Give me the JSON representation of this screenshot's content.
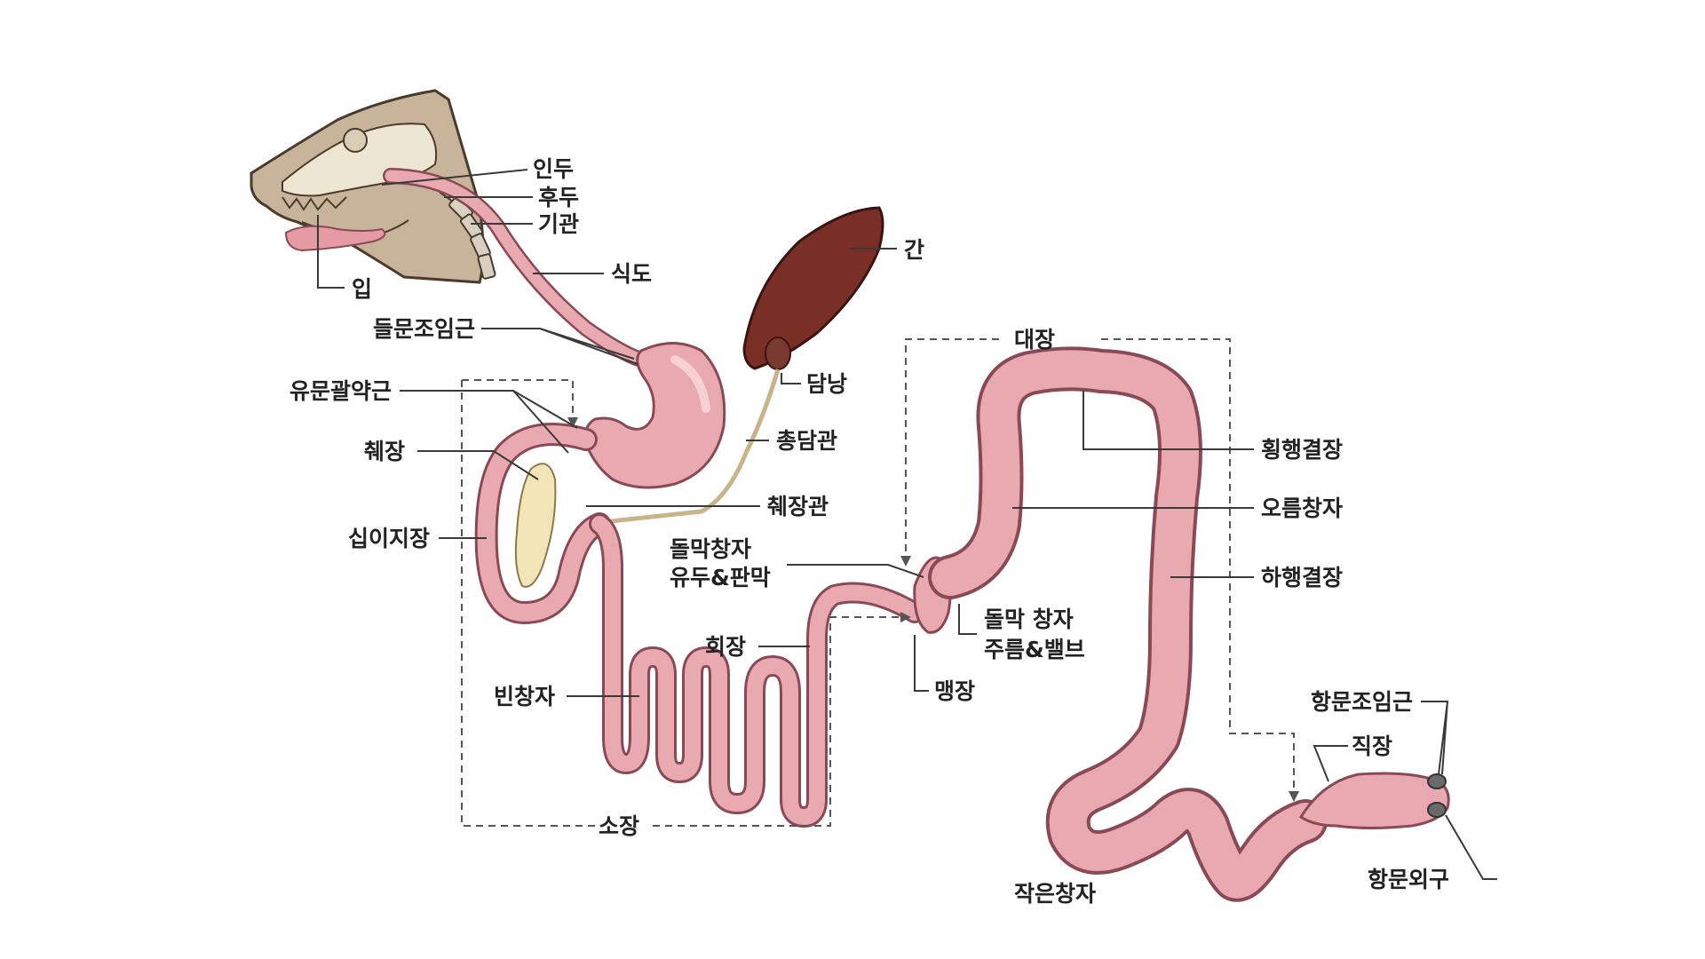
{
  "labels": {
    "pharynx": "인두",
    "larynx": "후두",
    "trachea": "기관",
    "esophagus": "식도",
    "mouth": "입",
    "liver": "간",
    "cardiac_sphincter": "들문조임근",
    "large_intestine": "대장",
    "gallbladder": "담낭",
    "pyloric_sphincter": "유문괄약근",
    "common_bile_duct": "총담관",
    "transverse_colon": "횡행결장",
    "pancreas": "췌장",
    "pancreatic_duct": "췌장관",
    "ascending_colon": "오름창자",
    "duodenum": "십이지장",
    "ileocolic_line1": "돌막창자",
    "ileocolic_line2": "유두&판막",
    "descending_colon": "하행결장",
    "cecocolic_line1": "돌막 창자",
    "cecocolic_line2": "주름&밸브",
    "ileum": "회장",
    "cecum": "맹장",
    "jejunum": "빈창자",
    "anal_sphincter": "항문조임근",
    "rectum": "직장",
    "small_intestine": "소장",
    "anus": "항문외구",
    "sigmoid_colon": "작은창자"
  },
  "colors": {
    "gut_outline": "#8a4a55",
    "gut_fill": "#e9a9b0",
    "gut_highlight": "#f6d2d4",
    "liver": "#7a2f26",
    "pancreas": "#f2e6b8",
    "skull": "#ece6d2",
    "head": "#c8b49a",
    "leader": "#3a3a3a"
  }
}
